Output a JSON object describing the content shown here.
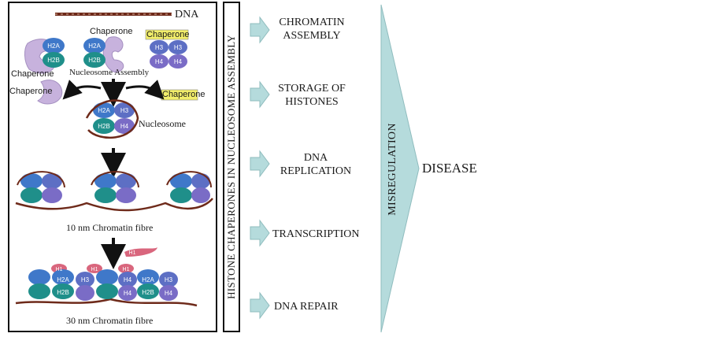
{
  "panel": {
    "dna_label": "DNA",
    "chaperone_labels": [
      "Chaperone",
      "Chaperone",
      "Chaperone",
      "Chaperone",
      "Chaperone"
    ],
    "nucleosome_assembly": "Nucleosome Assembly",
    "nucleosome": "Nucleosome",
    "fibre_10nm": "10 nm Chromatin fibre",
    "fibre_30nm": "30 nm Chromatin fibre",
    "histones": {
      "h2a": "H2A",
      "h2b": "H2B",
      "h3": "H3",
      "h4": "H4",
      "h1": "H1"
    }
  },
  "vertical_title": "HISTONE CHAPERONES IN NUCLEOSOME ASSEMBLY",
  "processes": [
    "CHROMATIN\nASSEMBLY",
    "STORAGE OF\nHISTONES",
    "DNA\nREPLICATION",
    "TRANSCRIPTION",
    "DNA REPAIR"
  ],
  "misregulation": "MISREGULATION",
  "disease": "DISEASE",
  "colors": {
    "h2a": "#3f78c9",
    "h2b": "#1f8f8a",
    "h3": "#5d6fc4",
    "h4": "#7a6cc6",
    "h1": "#d9667d",
    "chaperone": "#c7b2dd",
    "chaperone_yellow": "#f2ee6a",
    "dna": "#6e2a1a",
    "arrow": "#b5dbdc"
  }
}
